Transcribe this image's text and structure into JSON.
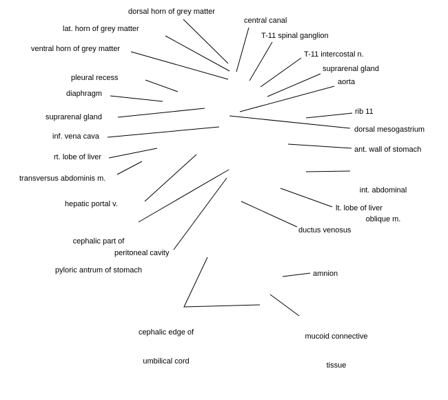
{
  "labels": {
    "dorsal_horn": "dorsal horn of grey matter",
    "central_canal": "central canal",
    "lat_horn": "lat. horn of grey matter",
    "spinal_ganglion": "T-11 spinal ganglion",
    "ventral_horn": "ventral horn of grey matter",
    "intercostal_n": "T-11 intercostal n.",
    "suprarenal_gland_right": "suprarenal gland",
    "pleural_recess": "pleural recess",
    "aorta": "aorta",
    "diaphragm": "diaphragm",
    "rib_11": "rib 11",
    "suprarenal_gland_left": "suprarenal gland",
    "dorsal_mesogastrium": "dorsal mesogastrium",
    "inf_vena_cava": "inf. vena cava",
    "ant_wall_stomach": "ant. wall of stomach",
    "rt_lobe_liver": "rt. lobe of liver",
    "int_abdominal_oblique_1": "int. abdominal",
    "int_abdominal_oblique_2": "oblique m.",
    "transversus_abdominis": "transversus abdominis m.",
    "hepatic_portal": "hepatic portal v.",
    "lt_lobe_liver": "lt. lobe of liver",
    "pyloric_antrum_1": "cephalic part of",
    "pyloric_antrum_2": "pyloric antrum of stomach",
    "ductus_venosus": "ductus venosus",
    "peritoneal_cavity": "peritoneal cavity",
    "amnion": "amnion",
    "umbilical_cord_1": "cephalic edge of",
    "umbilical_cord_2": "umbilical cord",
    "mucoid_tissue_1": "mucoid connective",
    "mucoid_tissue_2": "tissue"
  }
}
